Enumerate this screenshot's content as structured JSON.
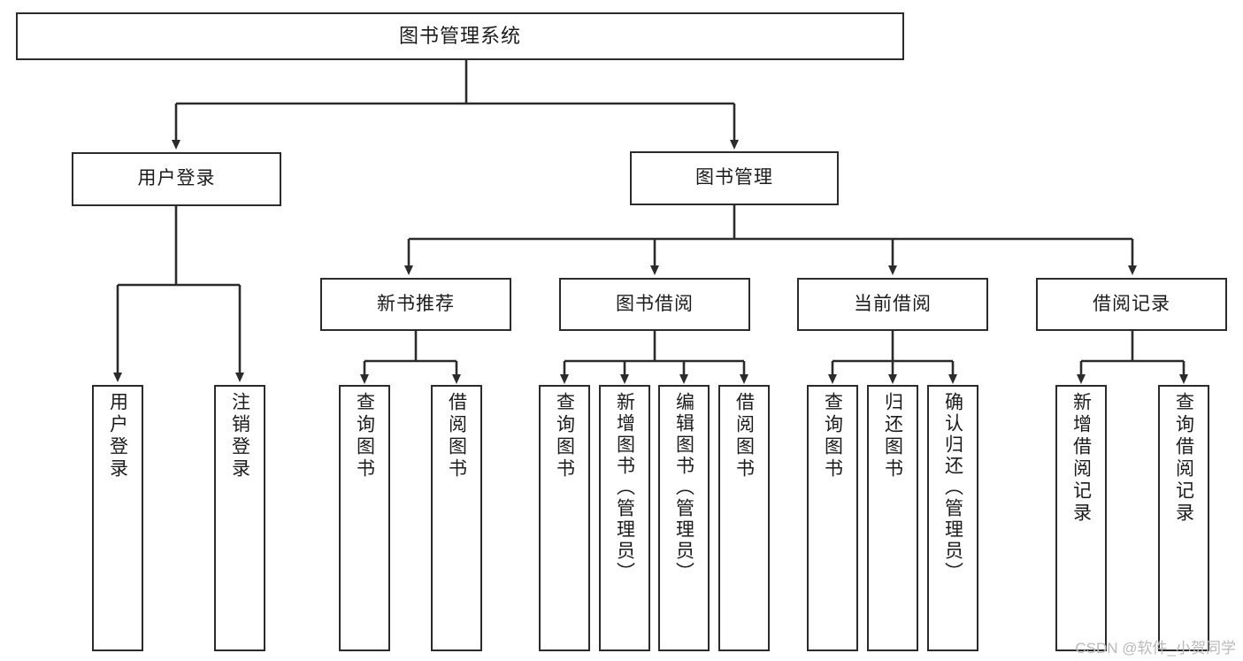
{
  "diagram": {
    "title": "图书管理系统",
    "type": "tree",
    "nodes": {
      "root": {
        "label": "图书管理系统"
      },
      "level2": [
        {
          "id": "user-login",
          "label": "用户登录"
        },
        {
          "id": "book-management",
          "label": "图书管理"
        }
      ],
      "level3": [
        {
          "id": "new-book-recommend",
          "label": "新书推荐"
        },
        {
          "id": "book-borrow",
          "label": "图书借阅"
        },
        {
          "id": "current-borrow",
          "label": "当前借阅"
        },
        {
          "id": "borrow-record",
          "label": "借阅记录"
        }
      ],
      "leaves": {
        "user-login": [
          {
            "id": "leaf-user-login",
            "label": "用户登录"
          },
          {
            "id": "leaf-user-logout",
            "label": "注销登录"
          }
        ],
        "new-book-recommend": [
          {
            "id": "leaf-query-book-1",
            "label": "查询图书"
          },
          {
            "id": "leaf-borrow-book-1",
            "label": "借阅图书"
          }
        ],
        "book-borrow": [
          {
            "id": "leaf-query-book-2",
            "label": "查询图书"
          },
          {
            "id": "leaf-add-book",
            "label": "新增图书（管理员）"
          },
          {
            "id": "leaf-edit-book",
            "label": "编辑图书（管理员）"
          },
          {
            "id": "leaf-borrow-book-2",
            "label": "借阅图书"
          }
        ],
        "current-borrow": [
          {
            "id": "leaf-query-book-3",
            "label": "查询图书"
          },
          {
            "id": "leaf-return-book",
            "label": "归还图书"
          },
          {
            "id": "leaf-confirm-return",
            "label": "确认归还（管理员）"
          }
        ],
        "borrow-record": [
          {
            "id": "leaf-add-record",
            "label": "新增借阅记录"
          },
          {
            "id": "leaf-query-record",
            "label": "查询借阅记录"
          }
        ]
      }
    },
    "colors": {
      "border": "#2b2b2b",
      "fill": "#ffffff",
      "text": "#1b1b1b",
      "edge": "#2b2b2b",
      "watermark": "#b9b9b9"
    }
  },
  "watermark": {
    "text": "CSDN @软件_小贺同学"
  }
}
